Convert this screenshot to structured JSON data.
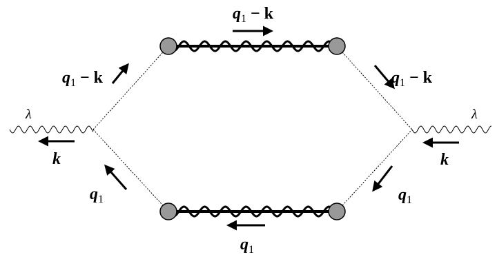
{
  "diagram": {
    "labels": {
      "top_momentum": {
        "main": "q",
        "sub": "1",
        "suffix": " − k"
      },
      "left_upper_momentum": {
        "main": "q",
        "sub": "1",
        "suffix": " − k"
      },
      "right_upper_momentum": {
        "main": "q",
        "sub": "1",
        "suffix": " − k"
      },
      "left_lower_momentum": {
        "main": "q",
        "sub": "1"
      },
      "right_lower_momentum": {
        "main": "q",
        "sub": "1"
      },
      "bottom_momentum": {
        "main": "q",
        "sub": "1"
      },
      "left_photon_momentum": "k",
      "right_photon_momentum": "k",
      "left_lambda": "λ",
      "right_lambda": "λ"
    },
    "colors": {
      "vertex_fill": "#999999",
      "line": "#000000"
    }
  }
}
